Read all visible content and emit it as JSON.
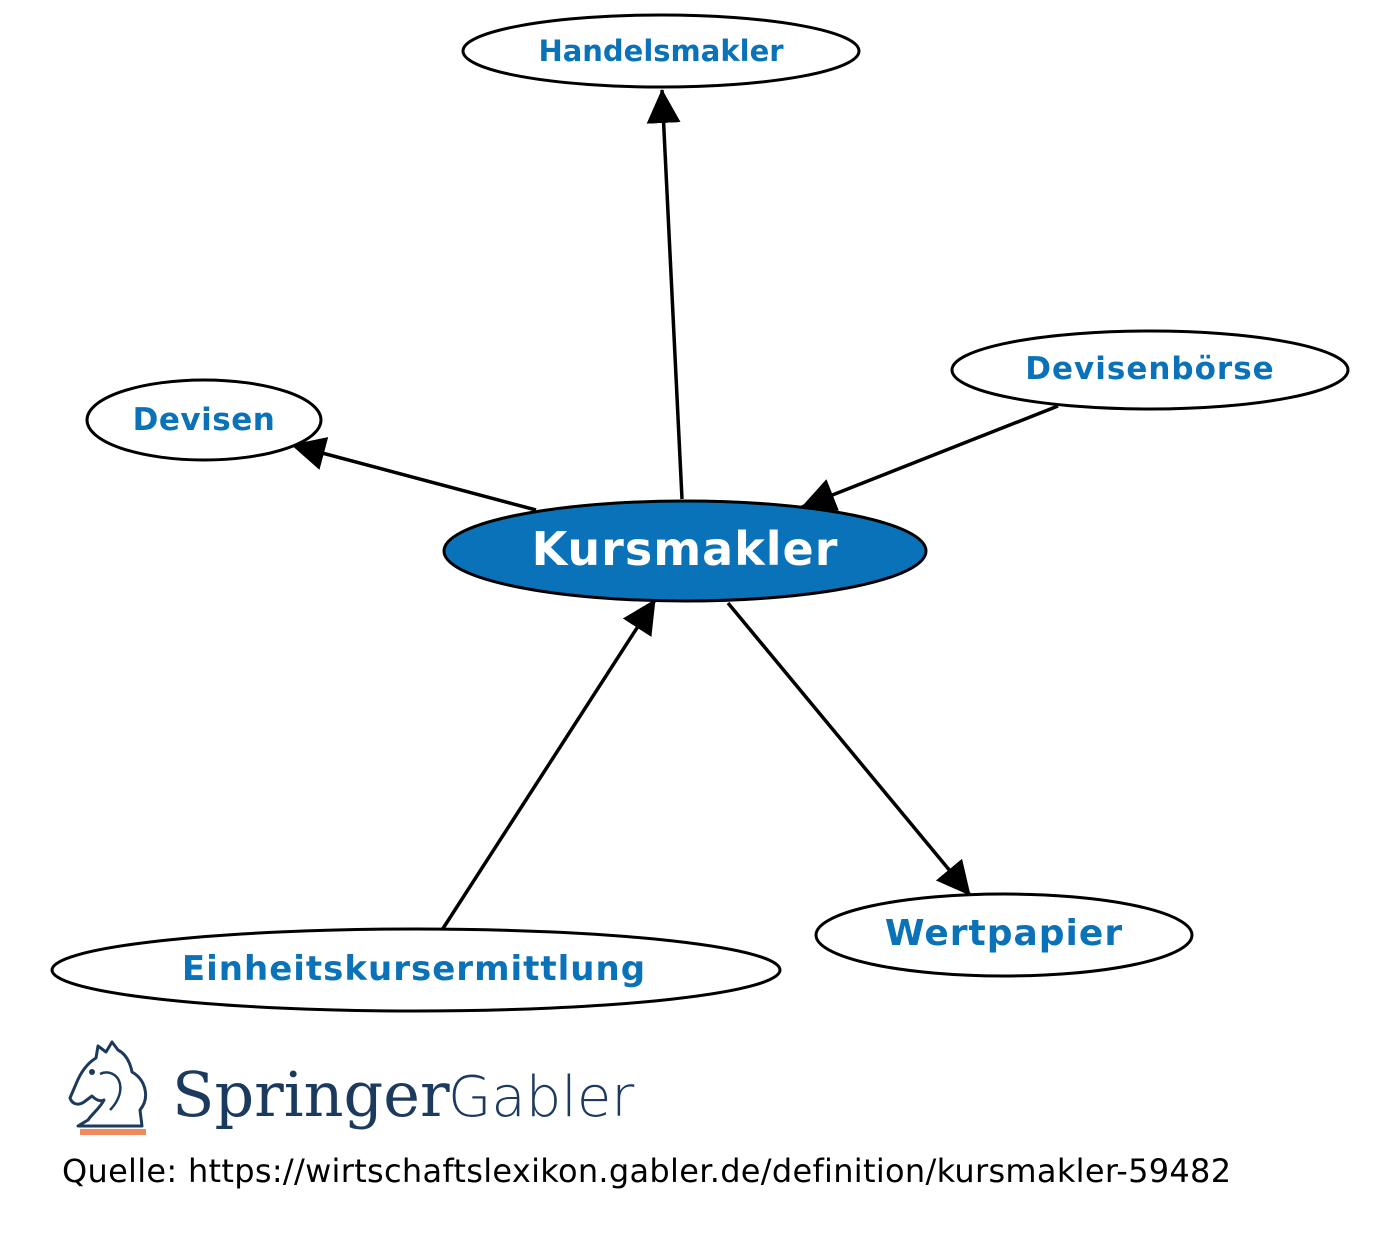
{
  "diagram": {
    "type": "concept-map",
    "colors": {
      "accent": "#0a72b9",
      "edge": "#000000",
      "node_fill": "#ffffff",
      "center_text": "#ffffff"
    },
    "center": {
      "id": "kursmakler",
      "label": "Kursmakler"
    },
    "nodes": [
      {
        "id": "handelsmakler",
        "label": "Handelsmakler"
      },
      {
        "id": "devisenboerse",
        "label": "Devisenbörse"
      },
      {
        "id": "devisen",
        "label": "Devisen"
      },
      {
        "id": "einheitskursermittlung",
        "label": "Einheitskursermittlung"
      },
      {
        "id": "wertpapier",
        "label": "Wertpapier"
      }
    ],
    "edges": [
      {
        "from": "kursmakler",
        "to": "handelsmakler"
      },
      {
        "from": "kursmakler",
        "to": "devisen"
      },
      {
        "from": "devisenboerse",
        "to": "kursmakler"
      },
      {
        "from": "einheitskursermittlung",
        "to": "kursmakler"
      },
      {
        "from": "kursmakler",
        "to": "wertpapier"
      }
    ]
  },
  "branding": {
    "logo_icon": "springer-knight-icon",
    "springer": "Springer",
    "gabler": "Gabler",
    "accent_color": "#f08a5d"
  },
  "footer": {
    "source": "Quelle: https://wirtschaftslexikon.gabler.de/definition/kursmakler-59482"
  }
}
